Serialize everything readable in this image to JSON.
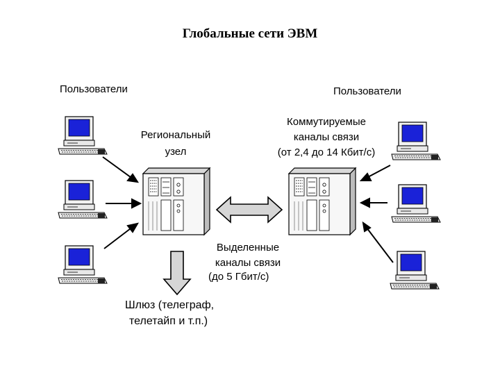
{
  "title": "Глобальные сети ЭВМ",
  "users_left": "Пользователи",
  "users_right": "Пользователи",
  "regional_node": {
    "line1": "Региональный",
    "line2": "узел"
  },
  "switched_channels": {
    "line1": "Коммутируемые",
    "line2": "каналы связи",
    "line3": "(от 2,4 до 14 Кбит/с)"
  },
  "dedicated_channels": {
    "line1": "Выделенные",
    "line2": "каналы связи",
    "line3": "(до 5 Гбит/с)"
  },
  "gateway": {
    "line1": "Шлюз (телеграф,",
    "line2": "телетайп и т.п.)"
  },
  "colors": {
    "screen": "#1a22d8",
    "arrow_fill": "#d6d6d6",
    "outline": "#000000"
  },
  "icons": [
    "desktop-computer-icon",
    "server-tower-icon"
  ]
}
